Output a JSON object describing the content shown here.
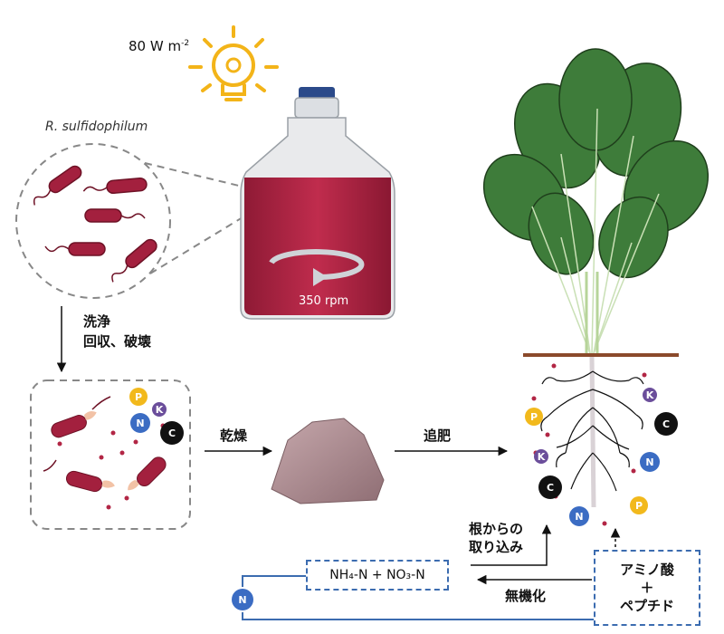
{
  "light": {
    "intensity_value": "80 W m",
    "intensity_exp": "-2"
  },
  "bacteria": {
    "species": "R. sulfidophilum"
  },
  "bottle": {
    "speed": "350 rpm"
  },
  "steps": {
    "wash": "洗浄",
    "collect_break": "回収、破壊",
    "dry": "乾燥",
    "fertilize": "追肥",
    "root_uptake_1": "根からの",
    "root_uptake_2": "取り込み",
    "mineralization": "無機化"
  },
  "boxes": {
    "inorganic_n": "NH₄-N + NO₃-N",
    "amino_1": "アミノ酸",
    "amino_plus": "＋",
    "amino_2": "ペプチド"
  },
  "nutrients": {
    "P": "P",
    "K": "K",
    "N": "N",
    "C": "C"
  },
  "colors": {
    "bacteria": "#a3203e",
    "medium": "#b22645",
    "sun": "#f3b419",
    "cap": "#2b4a8a",
    "leaf": "#3e7c3a",
    "soil": "#8b4a2b",
    "flow": "#3c6cb0",
    "P": "#f2b91c",
    "K": "#6b4e9b",
    "N": "#3b6cc3",
    "C": "#111111"
  }
}
